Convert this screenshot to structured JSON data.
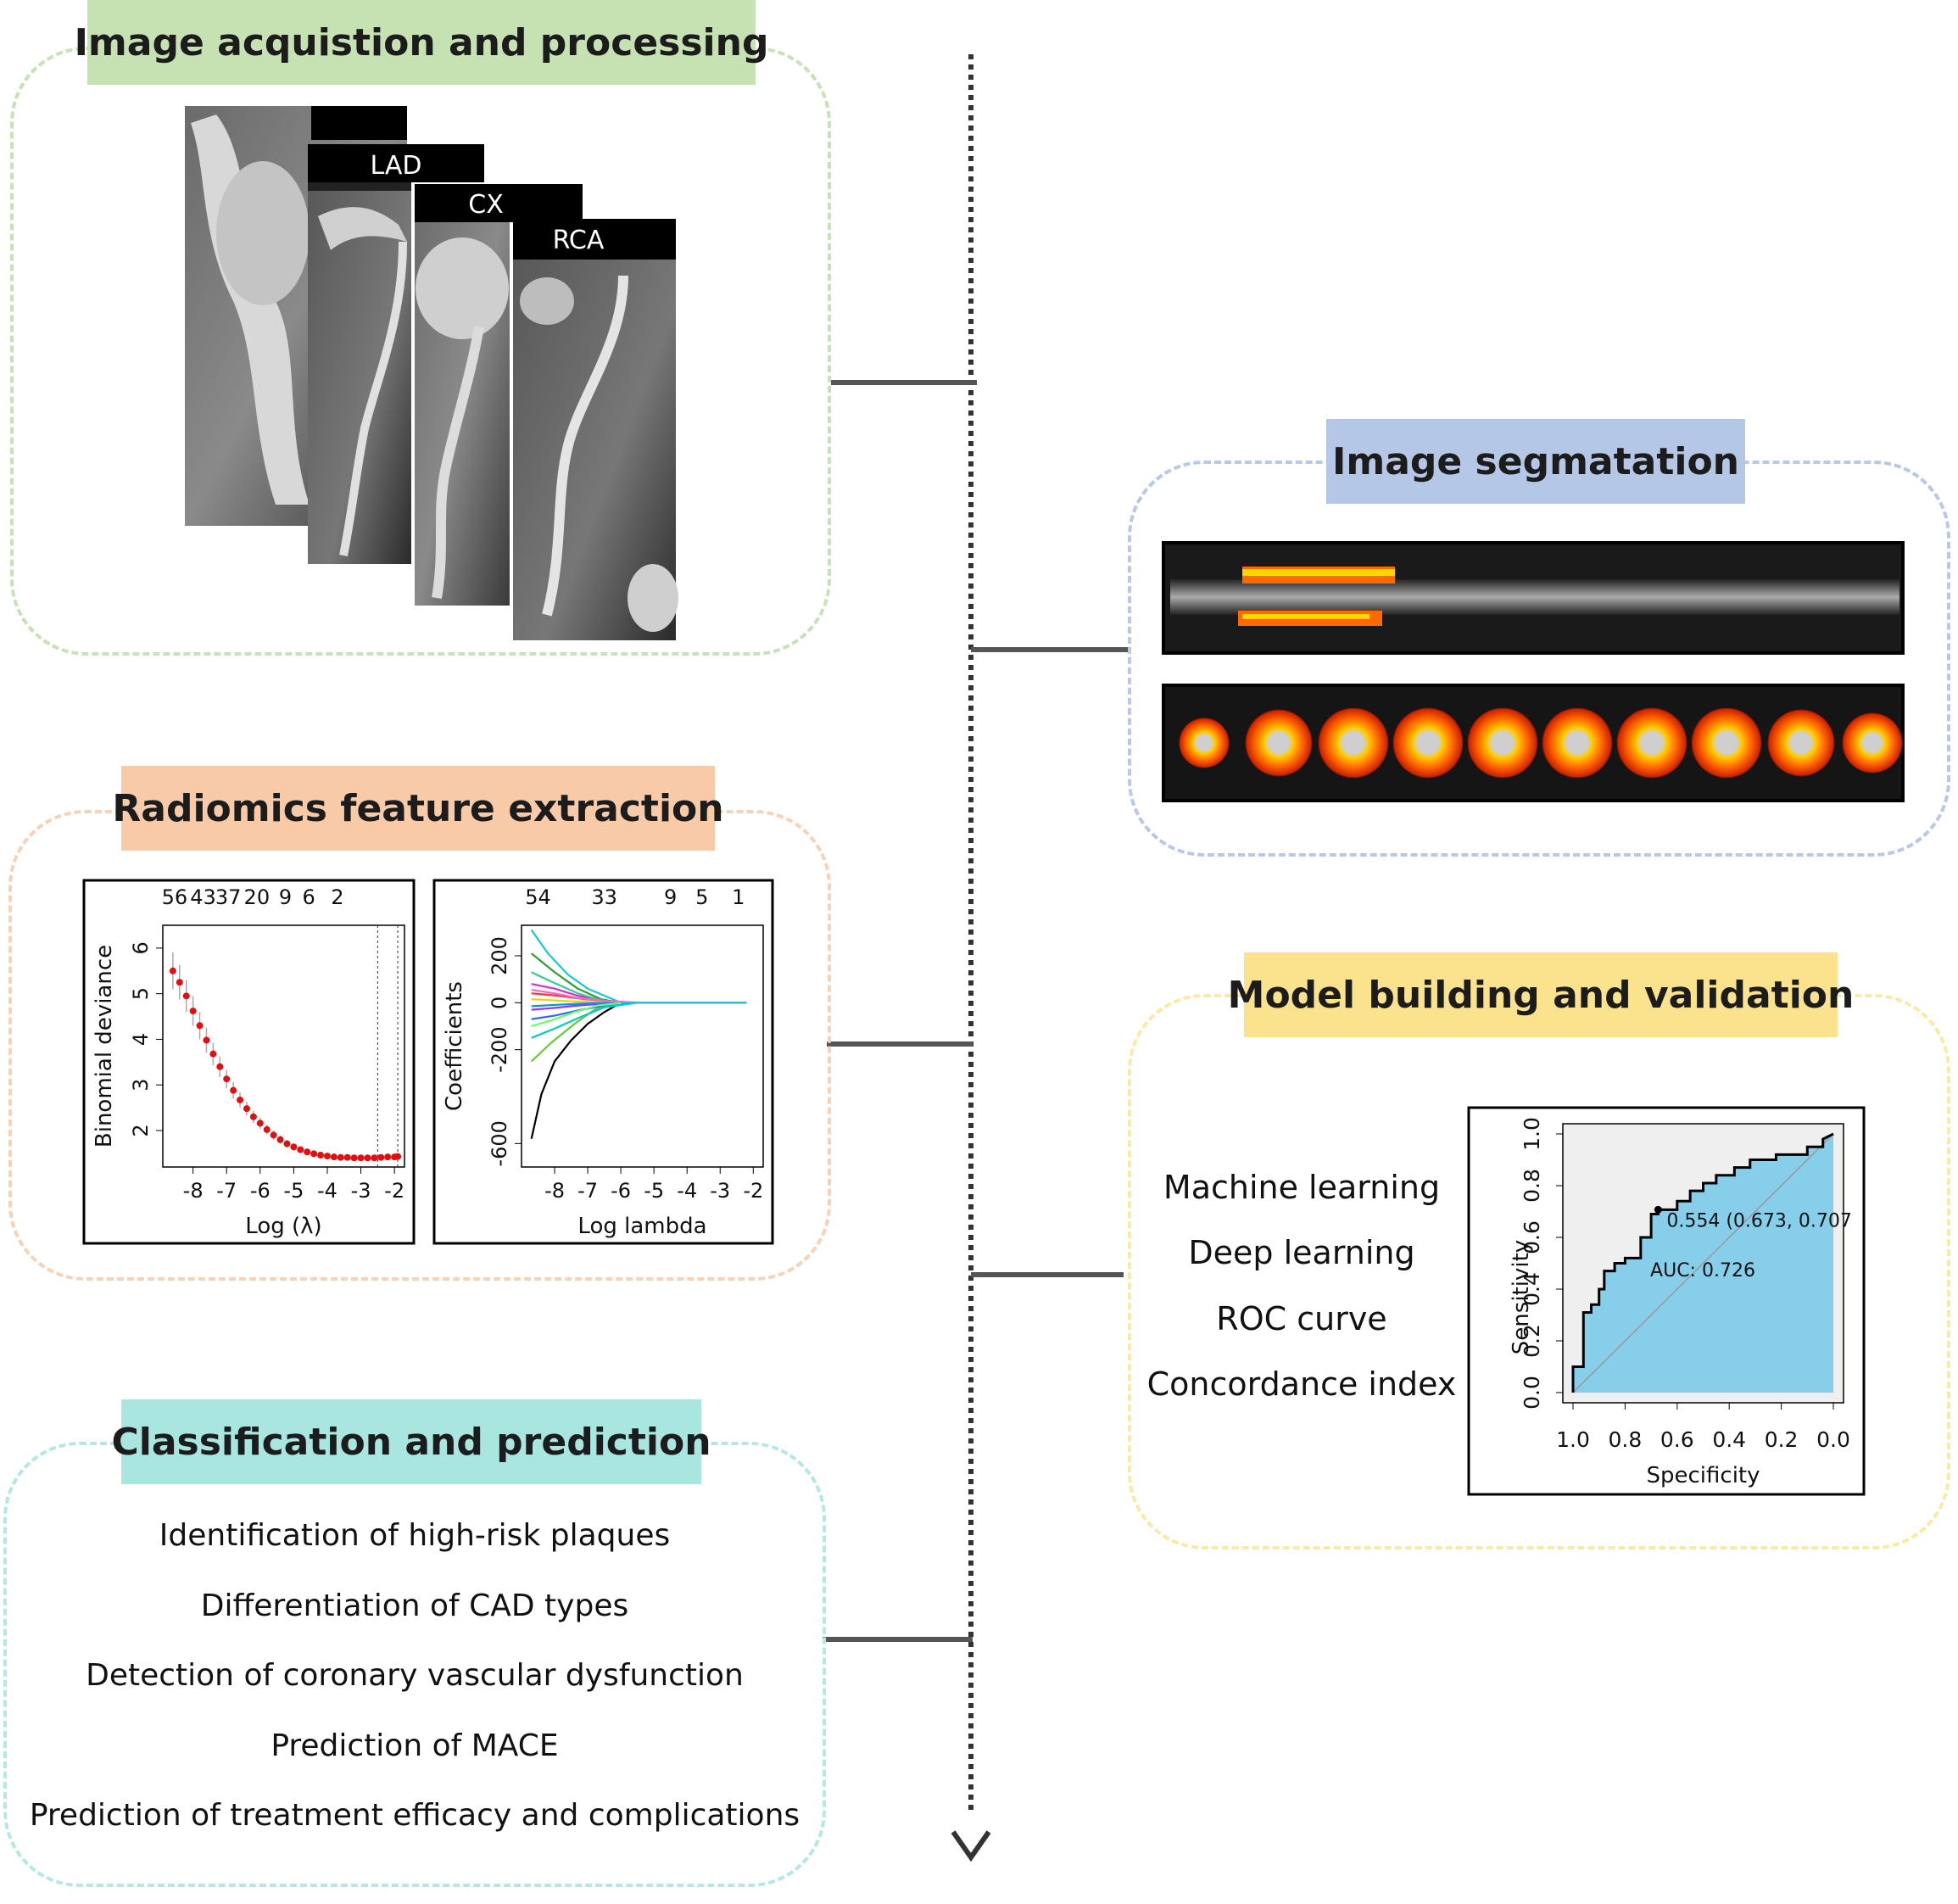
{
  "colors": {
    "green": "#c6e2b3",
    "green_border": "#c8e2b8",
    "blue": "#b4c7e7",
    "blue_border": "#b9c8e6",
    "orange": "#f8caa8",
    "orange_border": "#f6d3b7",
    "yellow": "#fbe38e",
    "yellow_border": "#fbe9a6",
    "teal": "#a9e6e0",
    "teal_border": "#b5e8e3",
    "roc_fill": "#87ceeb"
  },
  "sections": {
    "acquisition": {
      "title": "Image acquistion and processing",
      "labels": [
        "LAD",
        "CX",
        "RCA"
      ]
    },
    "segmentation": {
      "title": "Image segmatation"
    },
    "radiomics": {
      "title": "Radiomics feature extraction"
    },
    "model": {
      "title": "Model building and validation",
      "items": [
        "Machine learning",
        "Deep learning",
        "ROC curve",
        "Concordance index"
      ]
    },
    "classification": {
      "title": "Classification and prediction",
      "items": [
        "Identification of high-risk plaques",
        "Differentiation of CAD types",
        "Detection of coronary vascular dysfunction",
        "Prediction of MACE",
        "Prediction of treatment efficacy and complications"
      ]
    }
  },
  "chart_data": [
    {
      "type": "scatter",
      "xlabel": "Log (λ)",
      "ylabel": "Binomial deviance",
      "top_labels": [
        "56",
        "43",
        "37",
        "20",
        "9",
        "6",
        "2"
      ],
      "top_label_x": [
        -8.55,
        -7.7,
        -6.95,
        -6.1,
        -5.25,
        -4.55,
        -3.7
      ],
      "xticks": [
        "-8",
        "-7",
        "-6",
        "-5",
        "-4",
        "-3",
        "-2"
      ],
      "yticks": [
        "2",
        "3",
        "4",
        "5",
        "6"
      ],
      "xlim": [
        -8.9,
        -1.7
      ],
      "ylim": [
        1.2,
        6.5
      ],
      "x": [
        -8.6,
        -8.4,
        -8.2,
        -8.0,
        -7.8,
        -7.6,
        -7.4,
        -7.2,
        -7.0,
        -6.8,
        -6.6,
        -6.4,
        -6.2,
        -6.0,
        -5.8,
        -5.6,
        -5.4,
        -5.2,
        -5.0,
        -4.8,
        -4.6,
        -4.4,
        -4.2,
        -4.0,
        -3.8,
        -3.6,
        -3.4,
        -3.2,
        -3.0,
        -2.8,
        -2.6,
        -2.4,
        -2.2,
        -2.0,
        -1.9
      ],
      "y": [
        5.5,
        5.25,
        4.95,
        4.62,
        4.3,
        3.98,
        3.68,
        3.4,
        3.13,
        2.88,
        2.67,
        2.48,
        2.3,
        2.16,
        2.02,
        1.9,
        1.8,
        1.71,
        1.64,
        1.58,
        1.53,
        1.49,
        1.46,
        1.44,
        1.42,
        1.41,
        1.41,
        1.4,
        1.4,
        1.4,
        1.4,
        1.41,
        1.42,
        1.42,
        1.43
      ],
      "vlines": [
        -2.5,
        -1.9
      ]
    },
    {
      "type": "line",
      "xlabel": "Log lambda",
      "ylabel": "Coefficients",
      "top_labels": [
        "54",
        "33",
        "9",
        "5",
        "1"
      ],
      "top_label_x": [
        -8.5,
        -6.5,
        -4.5,
        -3.55,
        -2.45
      ],
      "xticks": [
        "-8",
        "-7",
        "-6",
        "-5",
        "-4",
        "-3",
        "-2"
      ],
      "yticks": [
        "-600",
        "-200",
        "0",
        "200"
      ],
      "xlim": [
        -9.0,
        -1.7
      ],
      "ylim": [
        -700,
        330
      ],
      "series": [
        {
          "color": "#18c7d4",
          "x": [
            -8.7,
            -8.2,
            -7.6,
            -7.0,
            -6.0,
            -2.2
          ],
          "y": [
            310,
            210,
            120,
            60,
            0,
            0
          ]
        },
        {
          "color": "#000000",
          "x": [
            -8.7,
            -8.4,
            -8.0,
            -7.5,
            -7.0,
            -6.5,
            -6.0,
            -2.2
          ],
          "y": [
            -580,
            -390,
            -250,
            -160,
            -90,
            -40,
            0,
            0
          ]
        },
        {
          "color": "#2ca02c",
          "x": [
            -8.7,
            -8.0,
            -7.3,
            -6.6,
            -6.0
          ],
          "y": [
            210,
            130,
            60,
            15,
            0
          ]
        },
        {
          "color": "#66cc33",
          "x": [
            -8.7,
            -8.1,
            -7.4,
            -6.8,
            -6.1
          ],
          "y": [
            -250,
            -170,
            -90,
            -30,
            0
          ]
        },
        {
          "color": "#cc33cc",
          "x": [
            -8.7,
            -8.0,
            -7.3,
            -6.5,
            -5.8
          ],
          "y": [
            80,
            60,
            30,
            8,
            0
          ]
        },
        {
          "color": "#3366ff",
          "x": [
            -8.7,
            -8.0,
            -7.2,
            -6.4,
            -5.6
          ],
          "y": [
            -70,
            -55,
            -30,
            -10,
            0
          ]
        },
        {
          "color": "#ff3333",
          "x": [
            -8.7,
            -7.9,
            -7.1,
            -6.3,
            -5.7
          ],
          "y": [
            40,
            30,
            15,
            5,
            0
          ]
        },
        {
          "color": "#00cccc",
          "x": [
            -8.7,
            -8.0,
            -7.2,
            -6.5,
            -5.5
          ],
          "y": [
            -150,
            -110,
            -60,
            -20,
            0
          ]
        },
        {
          "color": "#33cc99",
          "x": [
            -8.7,
            -8.1,
            -7.3,
            -6.6,
            -5.9
          ],
          "y": [
            130,
            90,
            40,
            10,
            0
          ]
        },
        {
          "color": "#9933ff",
          "x": [
            -8.7,
            -8.0,
            -7.3,
            -6.5,
            -5.5
          ],
          "y": [
            -30,
            -22,
            -12,
            -4,
            0
          ]
        },
        {
          "color": "#ffcc00",
          "x": [
            -8.7,
            -8.0,
            -7.4,
            -6.8,
            -6.2
          ],
          "y": [
            15,
            10,
            5,
            2,
            0
          ]
        },
        {
          "color": "#0099cc",
          "x": [
            -8.7,
            -8.1,
            -7.5,
            -6.9,
            -6.0
          ],
          "y": [
            -15,
            -10,
            -6,
            -2,
            0
          ]
        },
        {
          "color": "#ff66cc",
          "x": [
            -8.7,
            -8.0,
            -7.3,
            -6.4,
            -5.3
          ],
          "y": [
            55,
            40,
            20,
            6,
            0
          ]
        },
        {
          "color": "#66ff66",
          "x": [
            -8.7,
            -8.1,
            -7.4,
            -6.7,
            -5.9
          ],
          "y": [
            -100,
            -75,
            -40,
            -12,
            0
          ]
        }
      ]
    },
    {
      "type": "area",
      "xlabel": "Specificity",
      "ylabel": "Sensitivity",
      "xticks": [
        "1.0",
        "0.8",
        "0.6",
        "0.4",
        "0.2",
        "0.0"
      ],
      "yticks": [
        "0.0",
        "0.2",
        "0.4",
        "0.6",
        "0.8",
        "1.0"
      ],
      "xlim": [
        1.0,
        0.0
      ],
      "ylim": [
        0.0,
        1.0
      ],
      "annotations": [
        "0.554 (0.673, 0.707",
        "AUC: 0.726"
      ],
      "threshold_point": [
        0.673,
        0.707
      ],
      "specificity": [
        1.0,
        1.0,
        0.96,
        0.96,
        0.93,
        0.93,
        0.9,
        0.9,
        0.88,
        0.88,
        0.84,
        0.84,
        0.8,
        0.8,
        0.74,
        0.74,
        0.7,
        0.7,
        0.673,
        0.673,
        0.6,
        0.6,
        0.55,
        0.55,
        0.5,
        0.5,
        0.45,
        0.45,
        0.38,
        0.38,
        0.32,
        0.32,
        0.22,
        0.22,
        0.1,
        0.1,
        0.04,
        0.04,
        0.0
      ],
      "sensitivity": [
        0.0,
        0.1,
        0.1,
        0.31,
        0.31,
        0.34,
        0.34,
        0.4,
        0.4,
        0.47,
        0.47,
        0.5,
        0.5,
        0.52,
        0.52,
        0.6,
        0.6,
        0.69,
        0.69,
        0.707,
        0.707,
        0.74,
        0.74,
        0.78,
        0.78,
        0.81,
        0.81,
        0.84,
        0.84,
        0.87,
        0.87,
        0.9,
        0.9,
        0.92,
        0.92,
        0.95,
        0.95,
        0.98,
        1.0
      ]
    }
  ]
}
